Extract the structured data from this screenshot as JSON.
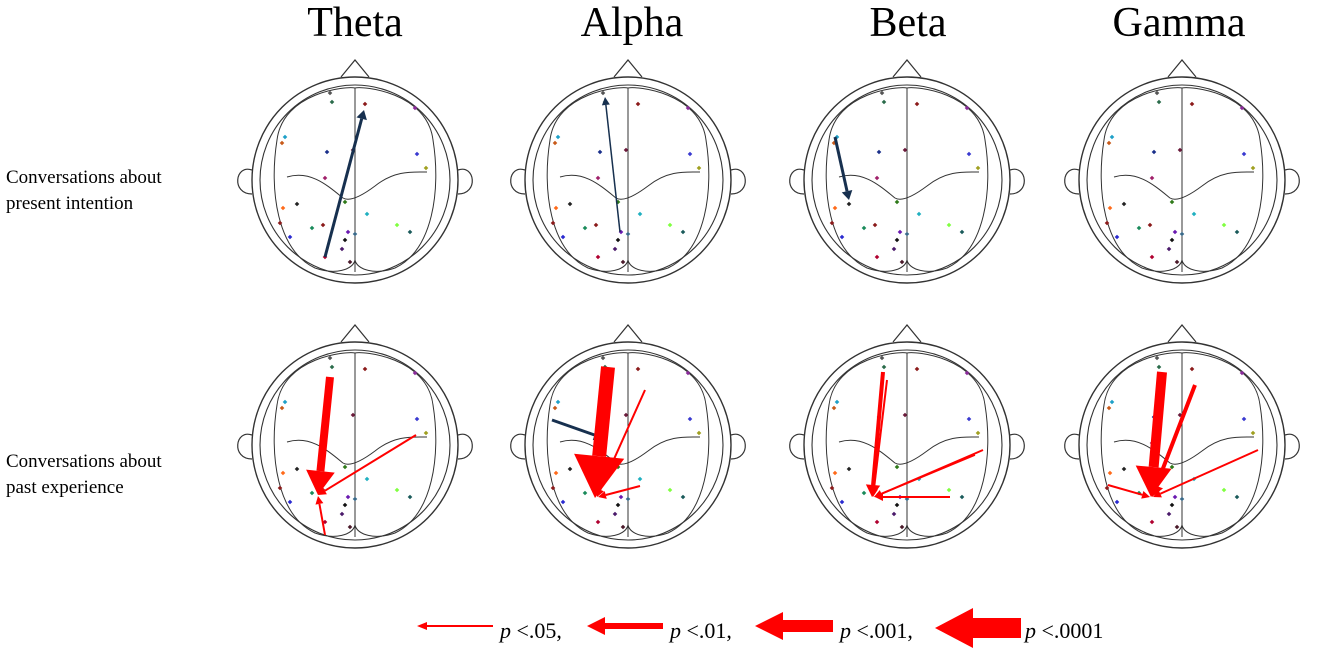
{
  "bands": [
    "Theta",
    "Alpha",
    "Beta",
    "Gamma"
  ],
  "conditions": [
    {
      "line1": "Conversations about",
      "line2": "present intention"
    },
    {
      "line1": "Conversations about",
      "line2": "past experience"
    }
  ],
  "legend": [
    {
      "p": "p",
      "text": " <.05,"
    },
    {
      "p": "p",
      "text": " <.01,"
    },
    {
      "p": "p",
      "text": " <.001,"
    },
    {
      "p": "p",
      "text": " <.0001"
    }
  ],
  "colors": {
    "significant_increase": "#ff0000",
    "significant_decrease": "#17304f",
    "head_outline": "#333333"
  },
  "icon_names": [
    "head-outline-icon",
    "electrode-dot-icon",
    "connectivity-arrow-icon"
  ]
}
